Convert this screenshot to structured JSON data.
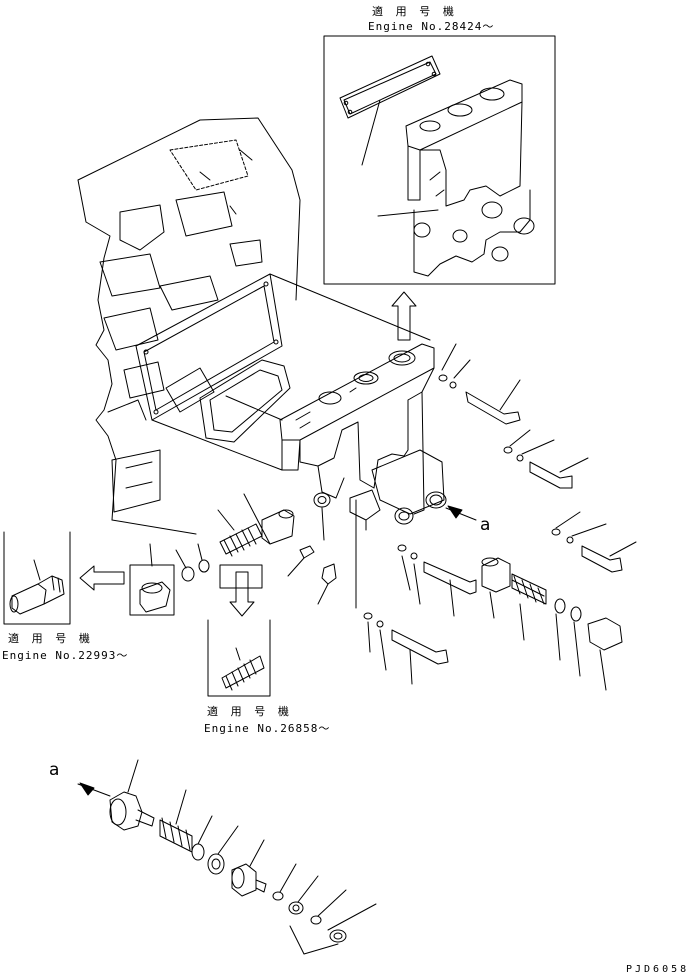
{
  "annotations": {
    "top": {
      "jp": "適 用 号 機",
      "engine": "Engine No.28424～"
    },
    "left": {
      "jp": "適 用 号 機",
      "engine": "Engine No.22993～"
    },
    "middle": {
      "jp": "適 用 号 機",
      "engine": "Engine No.26858～"
    }
  },
  "callouts": {
    "a_main": "a",
    "a_detail": "a"
  },
  "drawing_code": "PJD6058"
}
